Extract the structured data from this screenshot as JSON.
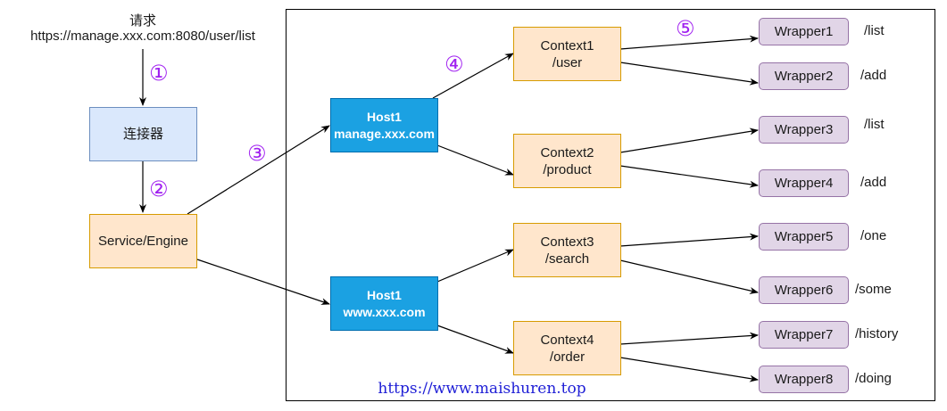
{
  "request": {
    "label": "请求",
    "url": "https://manage.xxx.com:8080/user/list"
  },
  "connector": {
    "label": "连接器"
  },
  "service": {
    "label": "Service/Engine"
  },
  "hosts": [
    {
      "name": "Host1",
      "domain": "manage.xxx.com"
    },
    {
      "name": "Host1",
      "domain": "www.xxx.com"
    }
  ],
  "contexts": [
    {
      "name": "Context1",
      "path": "/user"
    },
    {
      "name": "Context2",
      "path": "/product"
    },
    {
      "name": "Context3",
      "path": "/search"
    },
    {
      "name": "Context4",
      "path": "/order"
    }
  ],
  "wrappers": [
    {
      "name": "Wrapper1",
      "path": "/list"
    },
    {
      "name": "Wrapper2",
      "path": "/add"
    },
    {
      "name": "Wrapper3",
      "path": "/list"
    },
    {
      "name": "Wrapper4",
      "path": "/add"
    },
    {
      "name": "Wrapper5",
      "path": "/one"
    },
    {
      "name": "Wrapper6",
      "path": "/some"
    },
    {
      "name": "Wrapper7",
      "path": "/history"
    },
    {
      "name": "Wrapper8",
      "path": "/doing"
    }
  ],
  "steps": [
    "①",
    "②",
    "③",
    "④",
    "⑤"
  ],
  "watermark": "https://www.maishuren.top",
  "colors": {
    "connector_fill": "#dae8fc",
    "orange_fill": "#ffe6cc",
    "host_fill": "#1ba1e2",
    "wrapper_fill": "#e1d5e7",
    "step_color": "#a020f0",
    "watermark_color": "#1f1fd6"
  }
}
